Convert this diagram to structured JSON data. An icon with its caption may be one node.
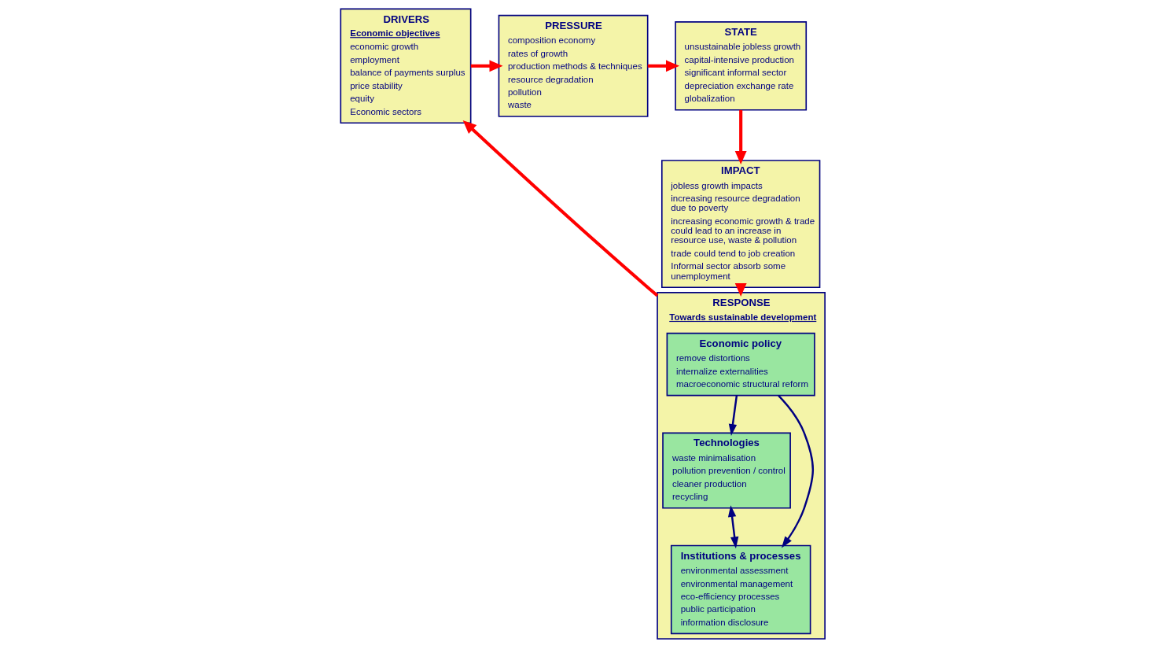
{
  "diagram": {
    "nodes": [
      {
        "text": [
          "DRIVERS",
          "Economic objectives",
          "economic growth",
          "employment",
          "balance of payments surplus",
          "price stability",
          "equity",
          "Economic sectors"
        ]
      },
      {
        "text": [
          "PRESSURE",
          "composition economy",
          "rates of growth",
          "production methods & techniques",
          "resource degradation",
          "pollution",
          "waste"
        ]
      },
      {
        "text": [
          "STATE",
          "unsustainable jobless growth",
          "capital-intensive production",
          "significant informal sector",
          "depreciation exchange rate",
          "globalization"
        ]
      },
      {
        "text": [
          "IMPACT",
          "jobless growth impacts",
          "increasing resource degradation due to poverty",
          "increasing economic growth & trade could lead to an increase in resource use, waste & pollution",
          "trade could tend to job creation",
          "Informal sector absorb some unemployment"
        ]
      },
      {
        "text": [
          "RESPONSE",
          "Towards sustainable development"
        ]
      },
      {
        "text": [
          "Economic policy",
          "remove distortions",
          "internalize externalities",
          "macroeconomic structural reform"
        ],
        "in": 4
      },
      {
        "text": [
          "Technologies",
          "waste minimalisation",
          "pollution prevention / control",
          "cleaner production",
          "recycling"
        ],
        "in": 4
      },
      {
        "text": [
          "Institutions & processes",
          "environmental assessment",
          "environmental management",
          "eco-efficiency processes",
          "public participation",
          "information disclosure"
        ],
        "in": 4
      }
    ],
    "edges": [
      {
        "from": 0,
        "to": 1,
        "arrow": "to"
      },
      {
        "from": 1,
        "to": 2,
        "arrow": "to"
      },
      {
        "from": 2,
        "to": 3,
        "arrow": "to"
      },
      {
        "from": 3,
        "to": 4,
        "arrow": "to"
      },
      {
        "from": 4,
        "to": 0,
        "arrow": "to"
      },
      {
        "from": 5,
        "to": 6,
        "arrow": "to",
        "color": "#000080"
      },
      {
        "from": 5,
        "to": 7,
        "arrow": "to",
        "color": "#000080"
      },
      {
        "from": 6,
        "to": 7,
        "arrow": "both",
        "color": "#000080"
      }
    ]
  }
}
